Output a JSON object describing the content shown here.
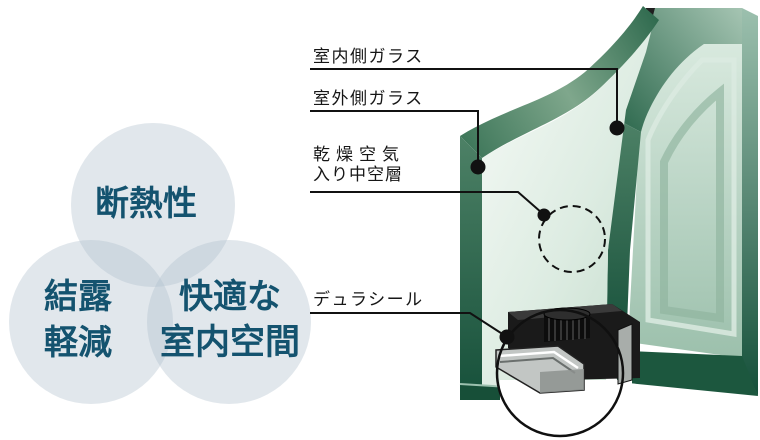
{
  "benefits": {
    "insulation": "断熱性",
    "condensation_line1": "結露",
    "condensation_line2": "軽減",
    "comfort_line1": "快適な",
    "comfort_line2": "室内空間"
  },
  "diagram_labels": {
    "indoor_glass": "室内側ガラス",
    "outdoor_glass": "室外側ガラス",
    "air_layer_line1": "乾燥空気",
    "air_layer_line2": "入り中空層",
    "spacer_seal": "デュラシール"
  },
  "palette": {
    "benefit_text": "#14536f",
    "benefit_circle_fill": "rgba(177,193,204,0.38)",
    "label_text": "#161616",
    "leader_line": "#111111",
    "glass_edge_dark": "#16503a",
    "glass_edge_mid": "#2f6b4f",
    "glass_band_light": "#8fb49e",
    "glass_face_front_light": "#f4f9f5",
    "glass_face_front_deep": "#c3dbcb",
    "glass_face_back_light": "#d8e9de",
    "glass_face_back_deep": "#9cc0ac",
    "air_gap_black": "#1f1f1f",
    "spacer_black": "#1a1a1a",
    "spacer_aluminum": "#c2c6c4"
  }
}
